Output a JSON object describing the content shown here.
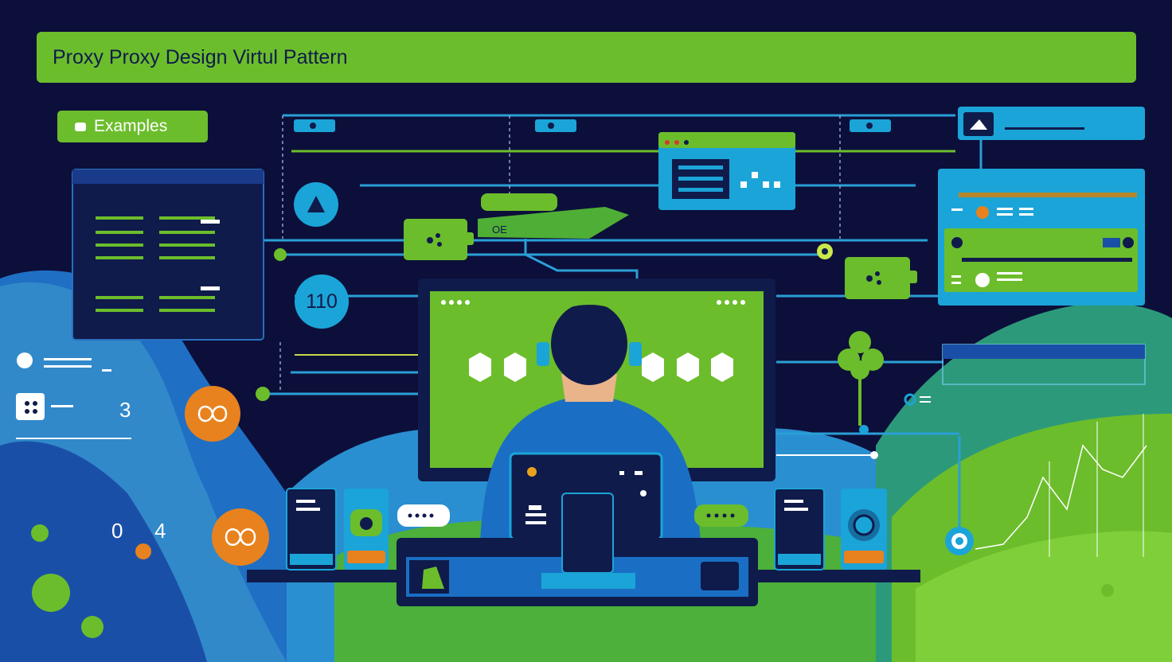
{
  "header": {
    "title": "Proxy Proxy Design Virtul Pattern"
  },
  "examples_button": {
    "label": "Examples",
    "icon": "folder-icon"
  },
  "labels": {
    "counter": "110",
    "digit_three": "3",
    "digit_zero": "0",
    "digit_four": "4",
    "chip_text": "OE"
  },
  "colors": {
    "background": "#0c0f3a",
    "accent_green": "#6cbd2c",
    "accent_blue": "#1ba4d8",
    "accent_orange": "#e8821e",
    "navy": "#0f1b4a"
  }
}
